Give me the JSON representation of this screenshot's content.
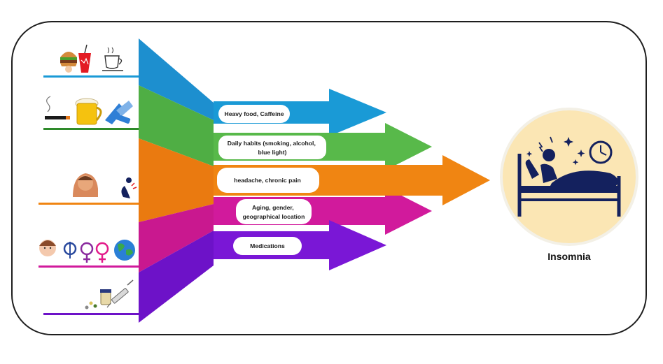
{
  "factors": [
    {
      "id": "food",
      "label_lines": [
        "Heavy food, Caffeine"
      ],
      "color": "#1a9ad6",
      "icons": [
        "burger-icon",
        "soda-cup-icon",
        "coffee-cup-icon"
      ]
    },
    {
      "id": "habits",
      "label_lines": [
        "Daily habits (smoking, alcohol,",
        "blue light)"
      ],
      "color": "#58b94a",
      "icons": [
        "cigarette-icon",
        "beer-mug-icon",
        "blue-light-icon"
      ]
    },
    {
      "id": "pain",
      "label_lines": [
        "headache, chronic pain"
      ],
      "color": "#f08512",
      "icons": [
        "headache-person-icon",
        "back-pain-icon"
      ]
    },
    {
      "id": "aging",
      "label_lines": [
        "Aging, gender,",
        "geographical location"
      ],
      "color": "#d11a9c",
      "icons": [
        "elderly-face-icon",
        "gender-symbols-icon",
        "globe-icon"
      ]
    },
    {
      "id": "meds",
      "label_lines": [
        "Medications"
      ],
      "color": "#7a17d6",
      "icons": [
        "pills-icon",
        "syringe-icon"
      ]
    }
  ],
  "outcome": {
    "label": "Insomnia",
    "icon": "sleepless-person-in-bed-icon",
    "circle_color": "#fbe6b4"
  },
  "colors": {
    "frame": "#1e1e1e",
    "navy": "#14215e"
  }
}
